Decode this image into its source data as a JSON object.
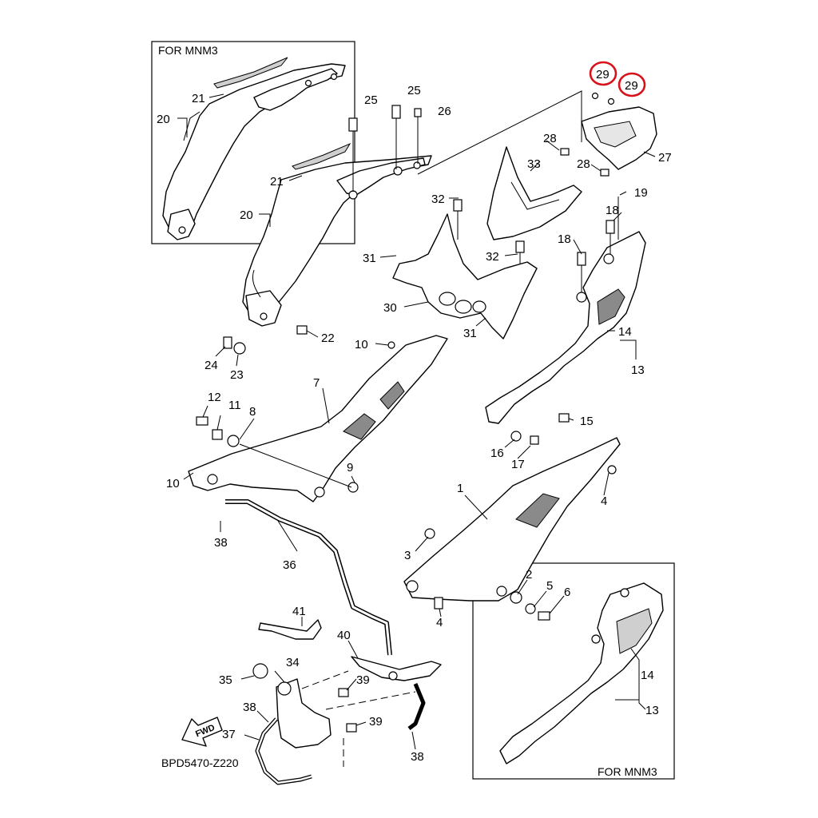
{
  "diagram_code": "BPD5470-Z220",
  "inset_top_label": "FOR MNM3",
  "inset_bottom_label": "FOR MNM3",
  "fwd_label": "FWD",
  "highlight_color": "#d8111a",
  "callouts": {
    "c1": "1",
    "c2": "2",
    "c3": "3",
    "c4a": "4",
    "c4b": "4",
    "c5": "5",
    "c6": "6",
    "c7": "7",
    "c8": "8",
    "c9": "9",
    "c10a": "10",
    "c10b": "10",
    "c11": "11",
    "c12": "12",
    "c13a": "13",
    "c13b": "13",
    "c14a": "14",
    "c14b": "14",
    "c15": "15",
    "c16": "16",
    "c17": "17",
    "c18a": "18",
    "c18b": "18",
    "c19": "19",
    "c20a": "20",
    "c20b": "20",
    "c21a": "21",
    "c21b": "21",
    "c22": "22",
    "c23": "23",
    "c24": "24",
    "c25a": "25",
    "c25b": "25",
    "c26": "26",
    "c27": "27",
    "c28a": "28",
    "c28b": "28",
    "c29a": "29",
    "c29b": "29",
    "c30": "30",
    "c31a": "31",
    "c31b": "31",
    "c32a": "32",
    "c32b": "32",
    "c33": "33",
    "c34": "34",
    "c35": "35",
    "c36": "36",
    "c37": "37",
    "c38a": "38",
    "c38b": "38",
    "c38c": "38",
    "c39a": "39",
    "c39b": "39",
    "c40": "40",
    "c41": "41"
  }
}
